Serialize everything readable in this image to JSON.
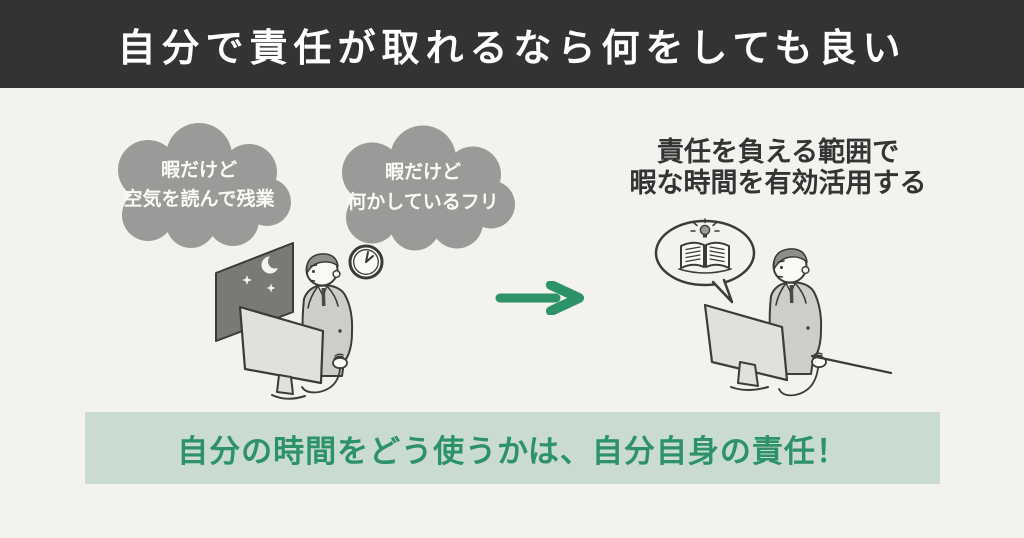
{
  "header": {
    "title": "自分で責任が取れるなら何をしても良い"
  },
  "before": {
    "clouds": [
      {
        "line1": "暇だけど",
        "line2": "空気を読んで残業"
      },
      {
        "line1": "暇だけど",
        "line2": "何かしているフリ"
      }
    ],
    "illustration": "worker-overtime-at-night-with-clock-and-night-window"
  },
  "after": {
    "heading_line1": "責任を負える範囲で",
    "heading_line2": "暇な時間を有効活用する",
    "illustration": "worker-with-book-idea-speech-bubble"
  },
  "footer_banner": {
    "text": "自分の時間をどう使うかは、自分自身の責任！"
  },
  "icons": {
    "arrow": "arrow-right-icon",
    "thought_cloud": "thought-cloud-icon",
    "moon": "moon-icon",
    "star": "star-icon",
    "clock": "wall-clock-icon",
    "night_window": "night-window-icon",
    "monitor": "monitor-icon",
    "speech_bubble": "speech-bubble-icon",
    "open_book": "open-book-icon",
    "lightbulb": "lightbulb-icon"
  },
  "colors": {
    "background": "#f4f2ee",
    "header_bg": "#333431",
    "header_text": "#ffffff",
    "cloud_fill": "#9a9a98",
    "cloud_text": "#fbf9f5",
    "accent_green": "#2d9268",
    "banner_bg": "#cadcd2",
    "heading_text": "#343434",
    "illustration_outline": "#3b3b39"
  }
}
